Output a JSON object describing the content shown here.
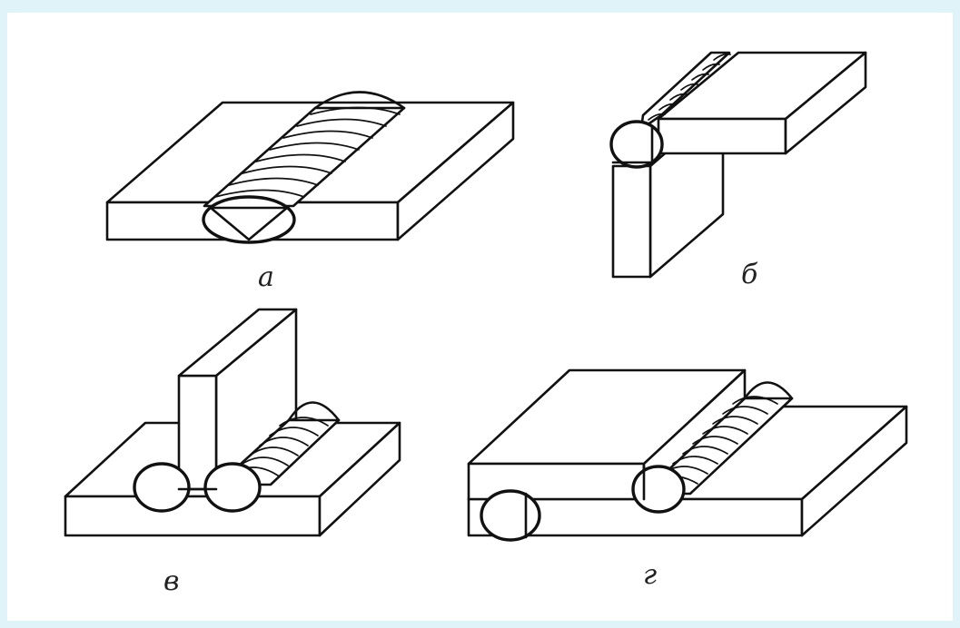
{
  "colors": {
    "background": "#dff3f8",
    "panel": "#ffffff",
    "ink": "#111111"
  },
  "figures": [
    {
      "id": "a",
      "label": "а",
      "depiction": "butt-weld"
    },
    {
      "id": "b",
      "label": "б",
      "depiction": "corner-weld"
    },
    {
      "id": "v",
      "label": "в",
      "depiction": "tee-weld"
    },
    {
      "id": "g",
      "label": "г",
      "depiction": "lap-weld"
    }
  ]
}
